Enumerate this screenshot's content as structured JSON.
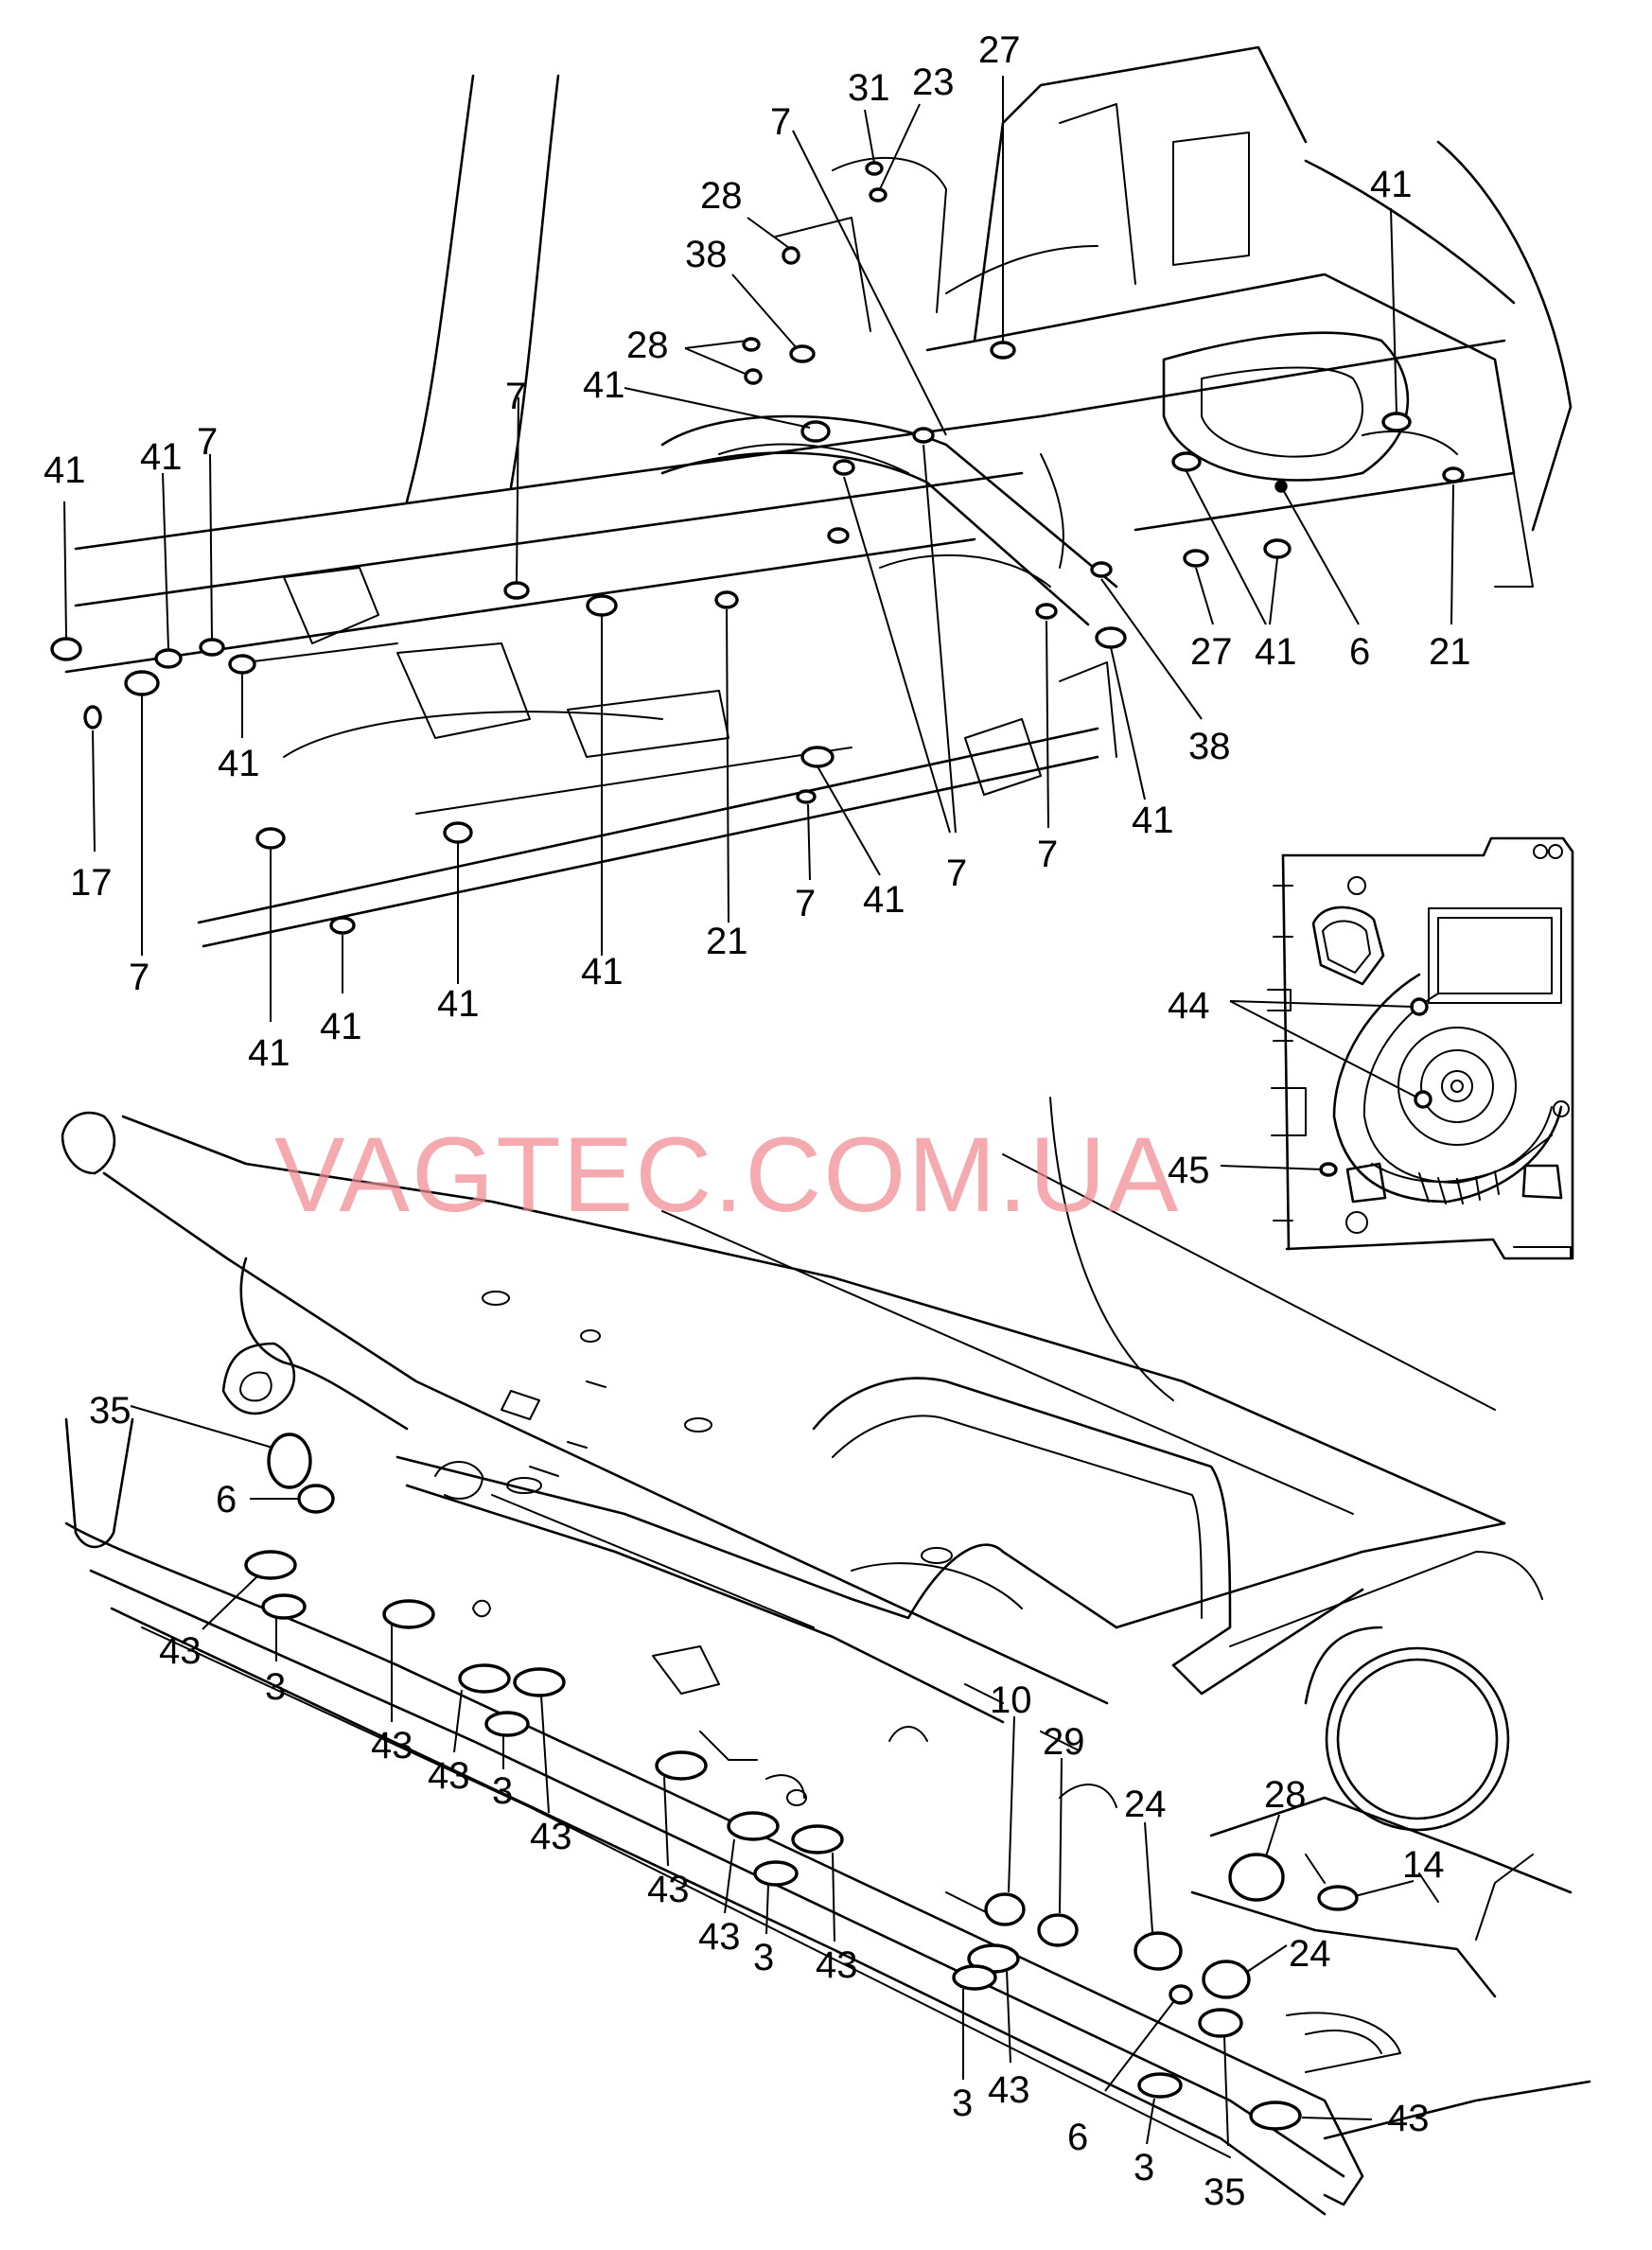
{
  "watermark": "VAGTEC.COM.UA",
  "callouts": {
    "c31": "31",
    "c23": "23",
    "c27_top": "27",
    "c7_a": "7",
    "c28_a": "28",
    "c38_a": "38",
    "c28_b": "28",
    "c41_b": "41",
    "c7_b": "7",
    "c41_right_top": "41",
    "c41_l1": "41",
    "c41_l2": "41",
    "c7_l": "7",
    "c17": "17",
    "c7_lb": "7",
    "c41_lc": "41",
    "c41_m1": "41",
    "c41_m2": "41",
    "c41_m3": "41",
    "c41_m4": "41",
    "c21_m": "21",
    "c7_m1": "7",
    "c41_m5": "41",
    "c7_m2": "7",
    "c7_m3": "7",
    "c41_m6": "41",
    "c38_b": "38",
    "c27_b": "27",
    "c41_r": "41",
    "c6_r": "6",
    "c21_r": "21",
    "c44": "44",
    "c45": "45",
    "c35_a": "35",
    "c6_a": "6",
    "c43_1": "43",
    "c3_1": "3",
    "c43_2": "43",
    "c43_3": "43",
    "c3_2": "3",
    "c43_4": "43",
    "c43_5": "43",
    "c43_6": "43",
    "c3_3": "3",
    "c43_7": "43",
    "c10": "10",
    "c29": "29",
    "c24_a": "24",
    "c28_c": "28",
    "c14": "14",
    "c24_b": "24",
    "c3_4": "3",
    "c43_8": "43",
    "c6_b": "6",
    "c3_5": "3",
    "c35_b": "35",
    "c43_9": "43"
  }
}
